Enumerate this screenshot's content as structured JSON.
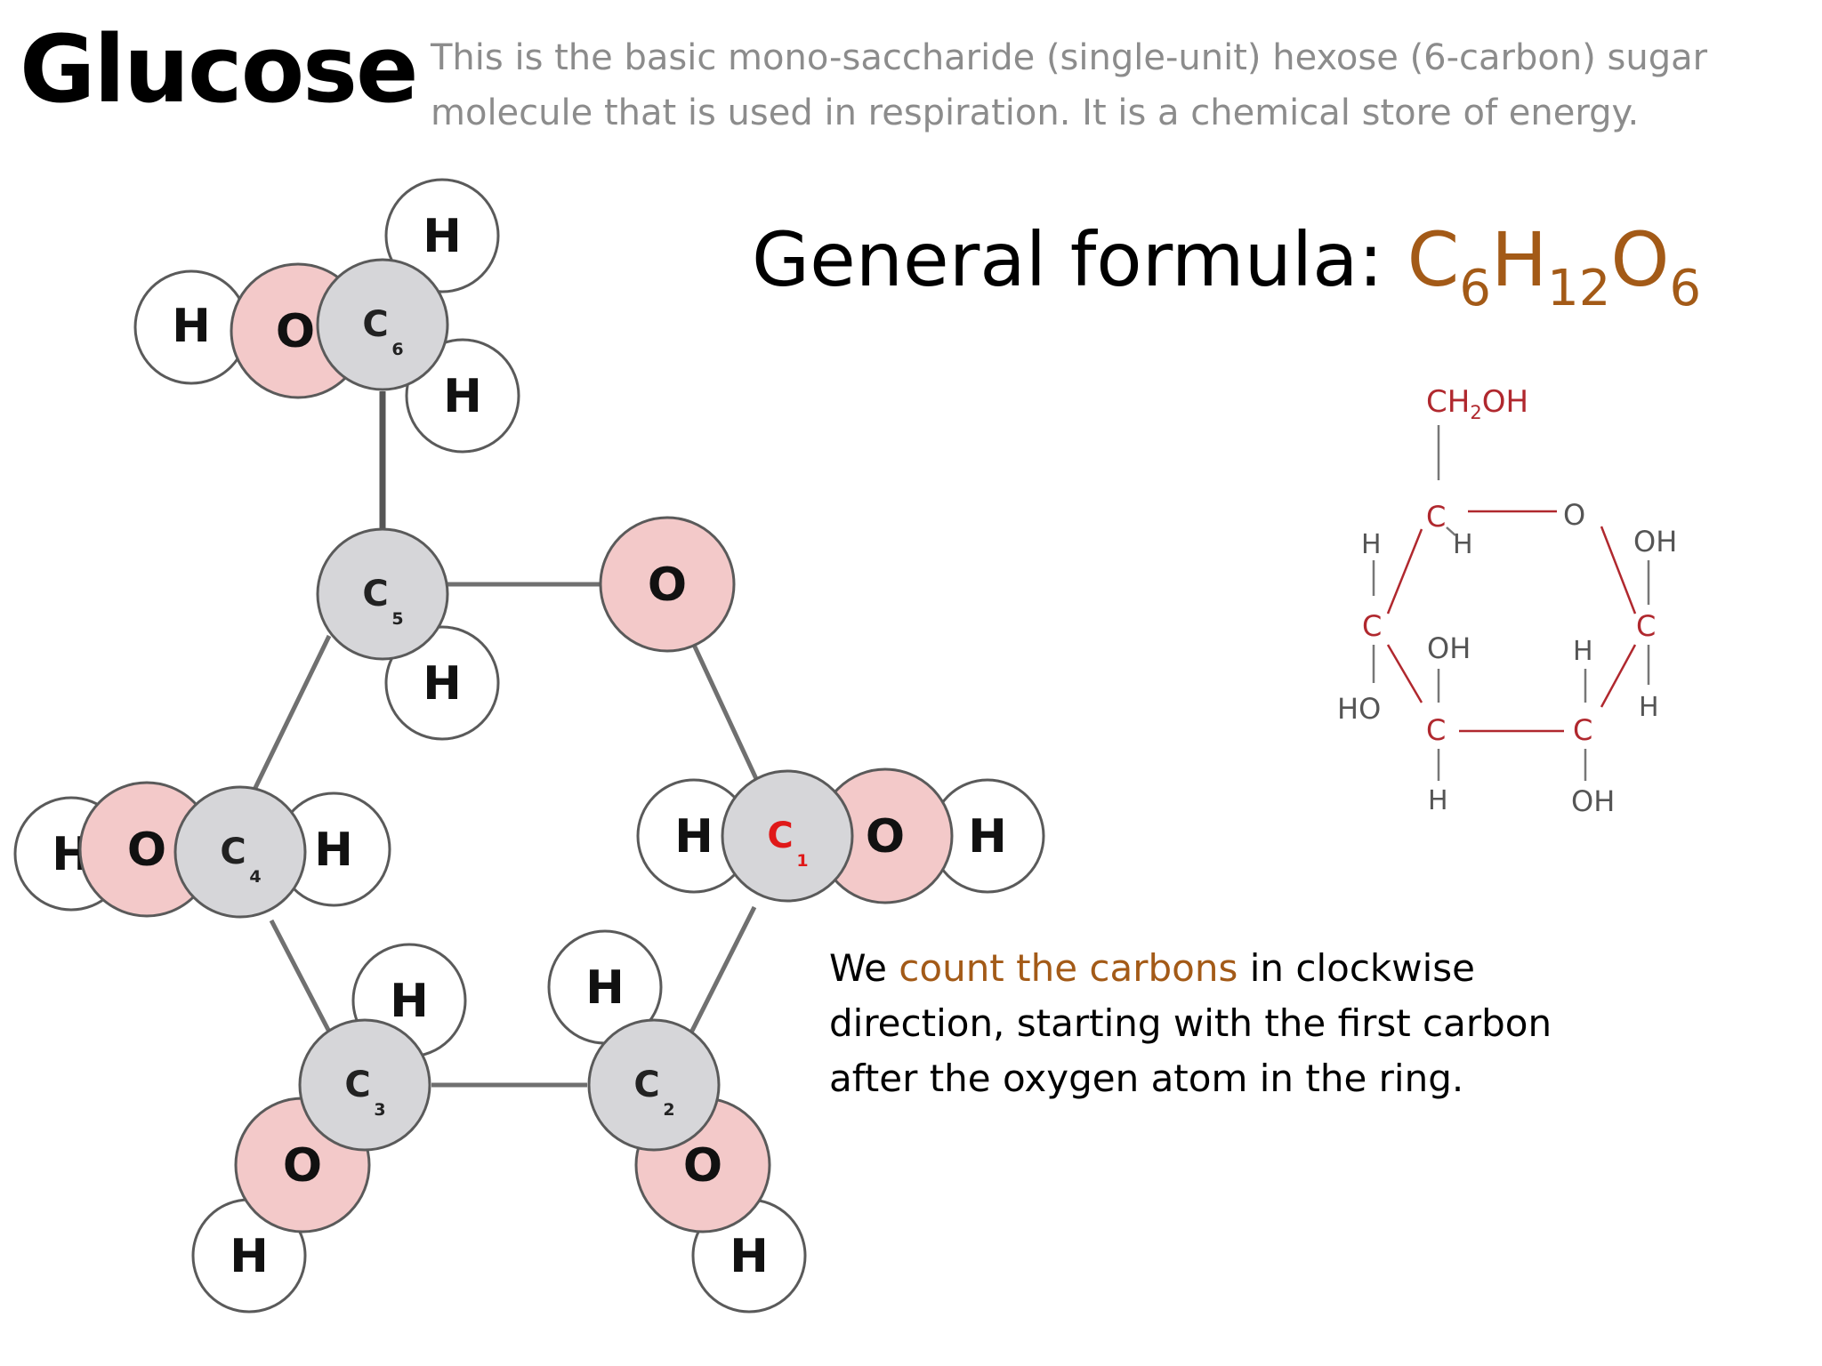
{
  "title": "Glucose",
  "subtitle": "This is the basic mono-saccharide (single-unit) hexose (6-carbon) sugar molecule that is used in respiration. It is a chemical store of energy.",
  "formula": {
    "label": "General formula:",
    "c": "C",
    "c_n": "6",
    "h": "H",
    "h_n": "12",
    "o": "O",
    "o_n": "6"
  },
  "note": {
    "pre": "We",
    "highlight": "count the carbons",
    "post": "in clockwise direction, starting with the first carbon after the oxygen atom in the ring."
  },
  "colors": {
    "carbon": "#d6d6d9",
    "oxygen": "#f3c9c9",
    "hydrogen": "#ffffff",
    "accent": "#a35a17",
    "skeletal_red": "#b0282e"
  },
  "atoms": {
    "H": "H",
    "O": "O",
    "C": "C",
    "c1": "1",
    "c2": "2",
    "c3": "3",
    "c4": "4",
    "c5": "5",
    "c6": "6"
  },
  "skeletal": {
    "ch2oh": "CH",
    "ch2oh_sub": "2",
    "ch2oh_tail": "OH",
    "ring_o": "O",
    "c": "C",
    "h": "H",
    "oh": "OH",
    "ho": "HO"
  }
}
